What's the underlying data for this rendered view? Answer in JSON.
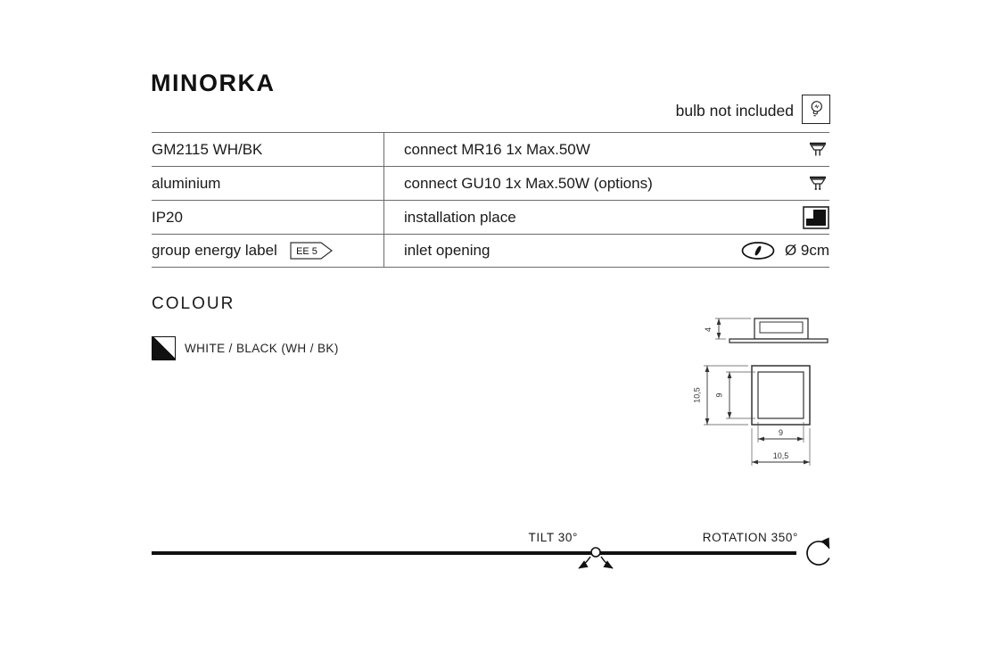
{
  "header": {
    "title": "MINORKA",
    "bulb_note": "bulb not included"
  },
  "spec_table": {
    "rows": [
      {
        "left": "GM2115 WH/BK",
        "right": "connect MR16 1x Max.50W"
      },
      {
        "left": "aluminium",
        "right": "connect GU10 1x Max.50W (options)"
      },
      {
        "left": "IP20",
        "right": "installation place"
      },
      {
        "left": "group energy label",
        "badge": "EE 5",
        "right": "inlet opening",
        "value": "Ø 9cm"
      }
    ]
  },
  "colour": {
    "heading": "COLOUR",
    "swatch_label": "WHITE / BLACK (WH / BK)"
  },
  "drawing": {
    "side_height": "4",
    "front_outer_height": "10,5",
    "front_inner_height": "9",
    "front_inner_width": "9",
    "front_outer_width": "10,5"
  },
  "footer": {
    "tilt": "TILT 30°",
    "rotation": "ROTATION 350°"
  },
  "icons": {
    "bulb": "bulb-icon",
    "mr16": "mr16-bulb-icon",
    "gu10": "gu10-bulb-icon",
    "installation": "installation-place-icon",
    "inlet": "inlet-opening-icon",
    "energy_badge": "energy-label-badge",
    "tilt": "tilt-arrows-icon",
    "rotation": "rotation-arrow-icon"
  },
  "colors": {
    "text": "#1a1a1a",
    "line": "#6b6b6b",
    "baseline": "#111111"
  }
}
